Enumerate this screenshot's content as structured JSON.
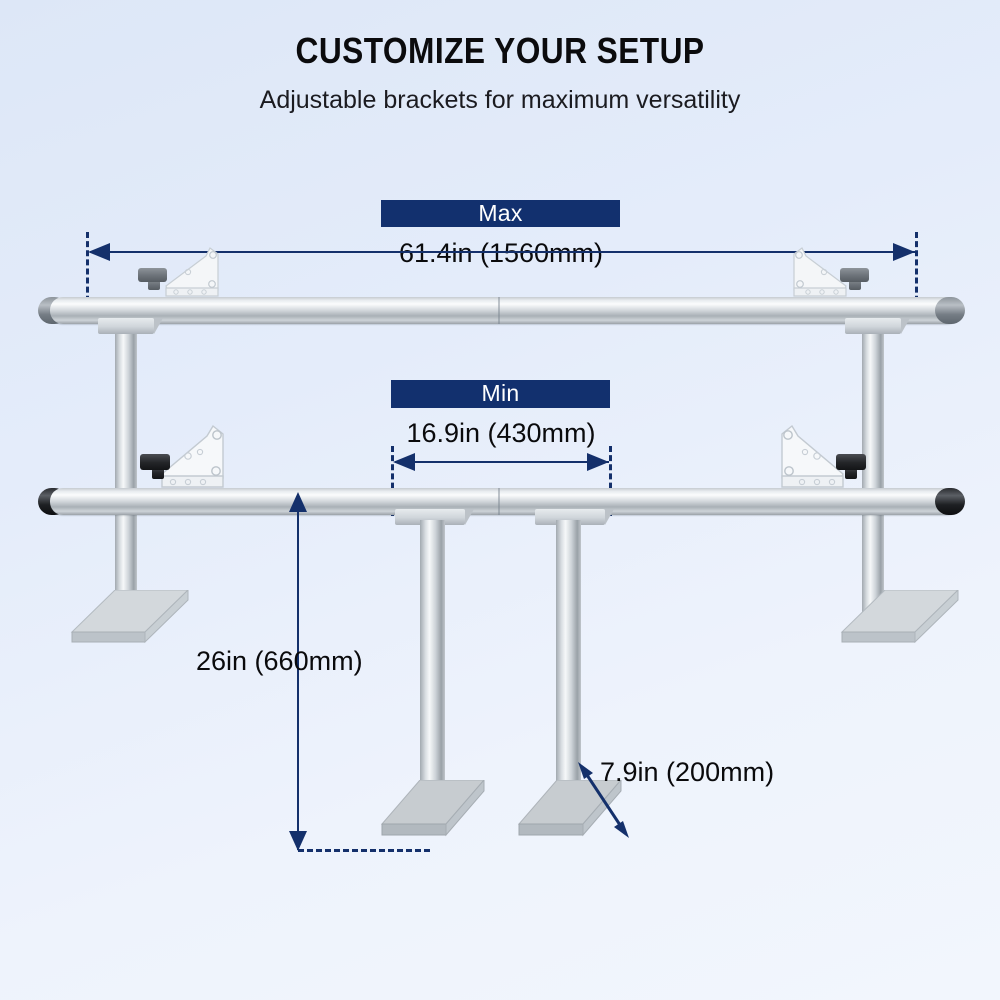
{
  "header": {
    "title": "CUSTOMIZE YOUR SETUP",
    "subtitle": "Adjustable brackets for maximum versatility"
  },
  "badges": {
    "max_label": "Max",
    "min_label": "Min"
  },
  "dimensions": {
    "max_width": "61.4in (1560mm)",
    "min_width": "16.9in (430mm)",
    "height": "26in (660mm)",
    "base_depth": "7.9in (200mm)"
  },
  "colors": {
    "badge_navy": "#12306e",
    "dimension_line": "#14306b",
    "background_top": "#dde7f7",
    "background_bottom": "#f2f6fd",
    "text": "#0a0a0c"
  },
  "product": {
    "parts": [
      "upper-rail",
      "lower-rail",
      "left-post",
      "right-post",
      "center-post-left",
      "center-post-right",
      "base-plate",
      "adjustable-bracket",
      "locking-knob",
      "end-cap"
    ]
  }
}
